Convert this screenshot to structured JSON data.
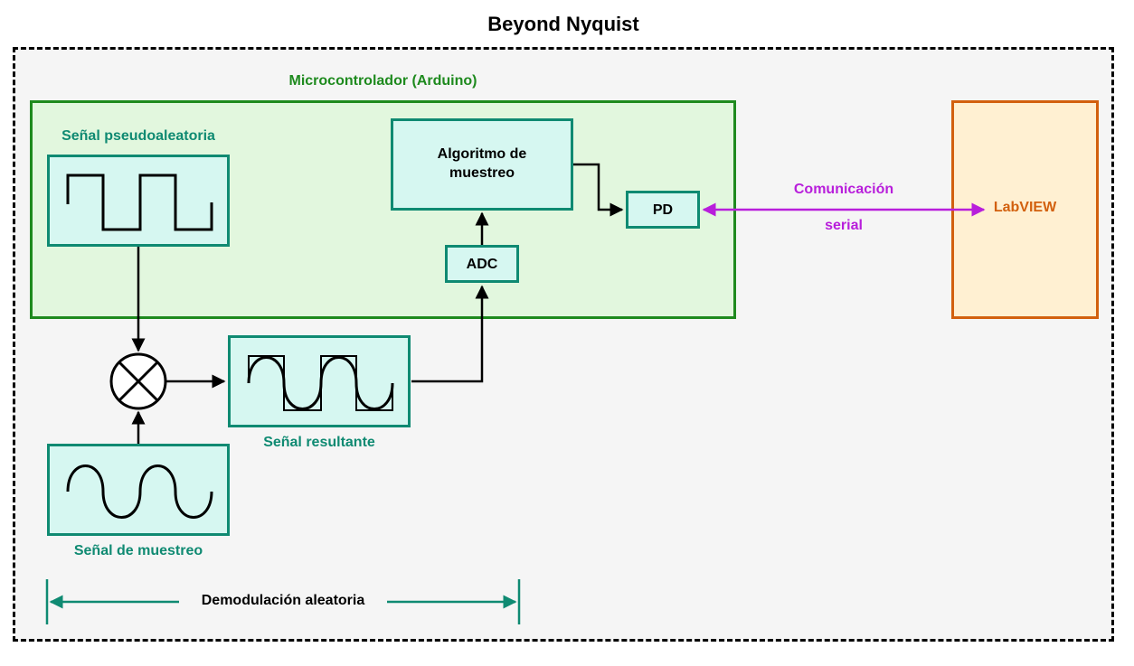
{
  "title": "Beyond Nyquist",
  "microcontroller": {
    "label": "Microcontrolador (Arduino)"
  },
  "pseudo_signal": {
    "label": "Señal pseudoaleatoria"
  },
  "algorithm": {
    "label_line1": "Algoritmo de",
    "label_line2": "muestreo"
  },
  "pd": {
    "label": "PD"
  },
  "adc": {
    "label": "ADC"
  },
  "labview": {
    "label": "LabVIEW"
  },
  "communication": {
    "line1": "Comunicación",
    "line2": "serial"
  },
  "result_signal": {
    "label": "Señal resultante"
  },
  "sampling_signal": {
    "label": "Señal de muestreo"
  },
  "demodulation": {
    "label": "Demodulación aleatoria"
  },
  "colors": {
    "microcontroller_border": "#1e8a1e",
    "microcontroller_fill": "#e2f7de",
    "block_border": "#0f8a72",
    "block_fill": "#d6f7f1",
    "labview_border": "#d2600e",
    "labview_fill": "#fff0d2",
    "serial_link": "#b81edb"
  }
}
